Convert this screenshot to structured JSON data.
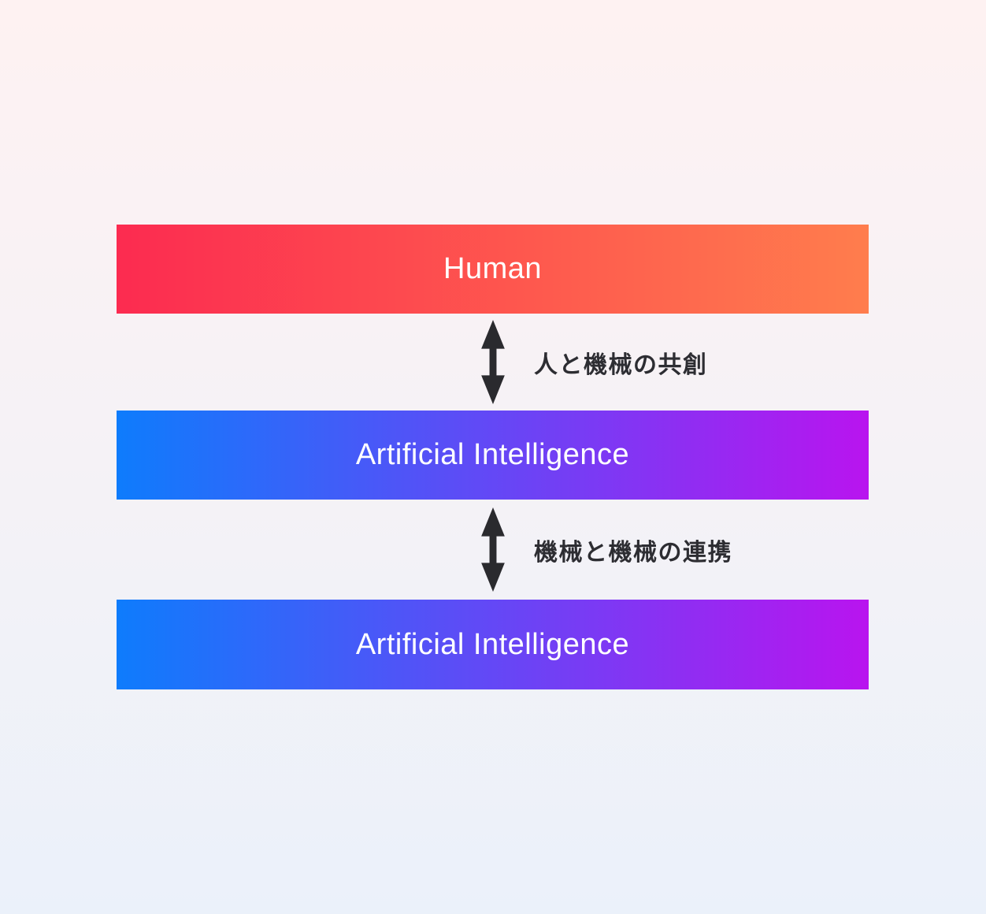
{
  "diagram": {
    "bars": [
      {
        "id": "human",
        "label": "Human",
        "gradient_start": "#fc2b50",
        "gradient_end": "#ff7d4d"
      },
      {
        "id": "ai-top",
        "label": "Artificial Intelligence",
        "gradient_start": "#0e7cfc",
        "gradient_end": "#b914ef"
      },
      {
        "id": "ai-bottom",
        "label": "Artificial Intelligence",
        "gradient_start": "#0e7cfc",
        "gradient_end": "#b914ef"
      }
    ],
    "connectors": [
      {
        "id": "human-ai",
        "icon": "double-arrow-vertical",
        "label": "人と機械の共創"
      },
      {
        "id": "ai-ai",
        "icon": "double-arrow-vertical",
        "label": "機械と機械の連携"
      }
    ],
    "colors": {
      "background_top": "#fef2f2",
      "background_bottom": "#ebf1fa",
      "arrow": "#2a2a2e",
      "connector_text": "#2d2d32",
      "bar_text": "#ffffff"
    }
  }
}
